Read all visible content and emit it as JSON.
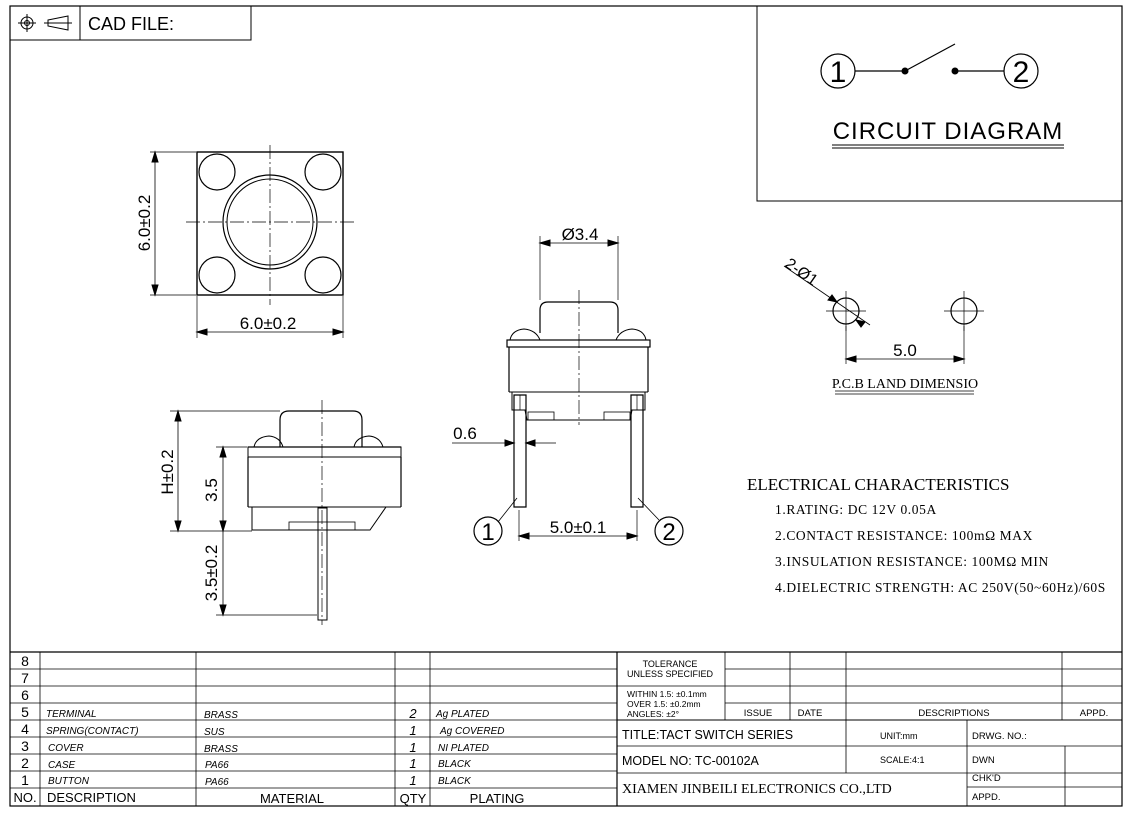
{
  "header": {
    "cad_label": "CAD FILE:"
  },
  "circuit": {
    "pin1": "1",
    "pin2": "2",
    "title": "CIRCUIT DIAGRAM"
  },
  "top_view": {
    "dim_height": "6.0±0.2",
    "dim_width": "6.0±0.2"
  },
  "side_view": {
    "dim_h": "H±0.2",
    "dim_body": "3.5",
    "dim_pin": "3.5±0.2"
  },
  "front_view": {
    "dim_button": "Ø3.4",
    "dim_pin_width": "0.6",
    "dim_pitch": "5.0±0.1",
    "pin1": "1",
    "pin2": "2"
  },
  "pcb": {
    "hole_dim": "2-Ø1",
    "spacing": "5.0",
    "title": "P.C.B LAND DIMENSIO"
  },
  "electrical": {
    "title": "ELECTRICAL CHARACTERISTICS",
    "items": [
      "1.RATING: DC 12V 0.05A",
      "2.CONTACT RESISTANCE: 100mΩ MAX",
      "3.INSULATION RESISTANCE: 100MΩ MIN",
      "4.DIELECTRIC STRENGTH: AC 250V(50~60Hz)/60S"
    ]
  },
  "bom": {
    "header": {
      "no": "NO.",
      "description": "DESCRIPTION",
      "material": "MATERIAL",
      "qty": "QTY",
      "plating": "PLATING"
    },
    "rows": [
      {
        "no": "8",
        "description": "",
        "material": "",
        "qty": "",
        "plating": ""
      },
      {
        "no": "7",
        "description": "",
        "material": "",
        "qty": "",
        "plating": ""
      },
      {
        "no": "6",
        "description": "",
        "material": "",
        "qty": "",
        "plating": ""
      },
      {
        "no": "5",
        "description": "TERMINAL",
        "material": "BRASS",
        "qty": "2",
        "plating": "Ag PLATED"
      },
      {
        "no": "4",
        "description": "SPRING(CONTACT)",
        "material": "SUS",
        "qty": "1",
        "plating": "Ag COVERED"
      },
      {
        "no": "3",
        "description": "COVER",
        "material": "BRASS",
        "qty": "1",
        "plating": "NI PLATED"
      },
      {
        "no": "2",
        "description": "CASE",
        "material": "PA66",
        "qty": "1",
        "plating": "BLACK"
      },
      {
        "no": "1",
        "description": "BUTTON",
        "material": "PA66",
        "qty": "1",
        "plating": "BLACK"
      }
    ]
  },
  "title_block": {
    "tolerance_1": "TOLERANCE",
    "tolerance_2": "UNLESS SPECIFIED",
    "within": "WITHIN 1.5: ±0.1mm",
    "over": "OVER 1.5:  ±0.2mm",
    "angles": "ANGLES: ±2°",
    "issue": "ISSUE",
    "date": "DATE",
    "descriptions": "DESCRIPTIONS",
    "appd": "APPD.",
    "title": "TITLE:TACT SWITCH SERIES",
    "unit": "UNIT:mm",
    "drwg_no": "DRWG. NO.:",
    "model": "MODEL NO: TC-00102A",
    "scale": "SCALE:4:1",
    "dwn": "DWN",
    "company": "XIAMEN JINBEILI ELECTRONICS CO.,LTD",
    "chkd": "CHK'D",
    "appd2": "APPD."
  }
}
